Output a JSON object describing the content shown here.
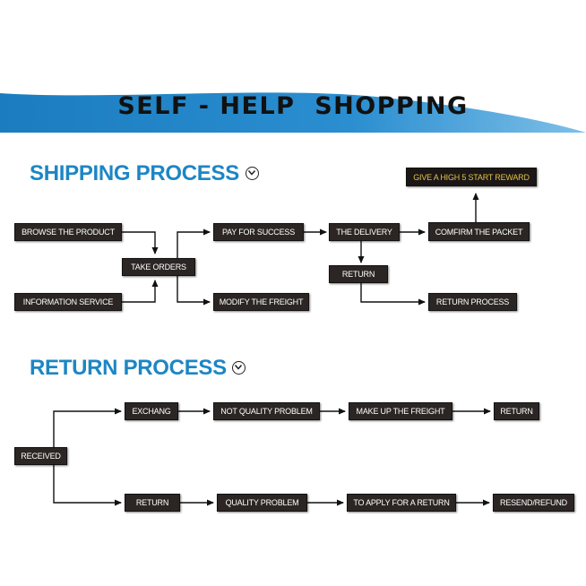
{
  "banner": {
    "title": "SELF - HELP  SHOPPING",
    "color": "#1f7fc0"
  },
  "shipping": {
    "title": "SHIPPING PROCESS",
    "nodes": {
      "browse": "BROWSE THE PRODUCT",
      "info": "INFORMATION SERVICE",
      "take_orders": "TAKE ORDERS",
      "pay": "PAY FOR SUCCESS",
      "modify": "MODIFY THE FREIGHT",
      "delivery": "THE DELIVERY",
      "return": "RETURN",
      "confirm": "COMFIRM THE PACKET",
      "reward": "GIVE A HIGH 5 START REWARD",
      "return_process": "RETURN PROCESS"
    }
  },
  "return_section": {
    "title": "RETURN PROCESS",
    "nodes": {
      "received": "RECEIVED",
      "exchang": "EXCHANG",
      "not_quality": "NOT QUALITY PROBLEM",
      "make_up": "MAKE UP THE FREIGHT",
      "return_top": "RETURN",
      "return_bottom": "RETURN",
      "quality": "QUALITY PROBLEM",
      "apply": "TO APPLY FOR A RETURN",
      "resend": "RESEND/REFUND"
    }
  },
  "colors": {
    "title_blue": "#1d86c4",
    "box_fill": "#2b2624",
    "reward_text": "#e3c34a"
  },
  "icons": {
    "section_marker": "chevron-down-circle-icon"
  }
}
